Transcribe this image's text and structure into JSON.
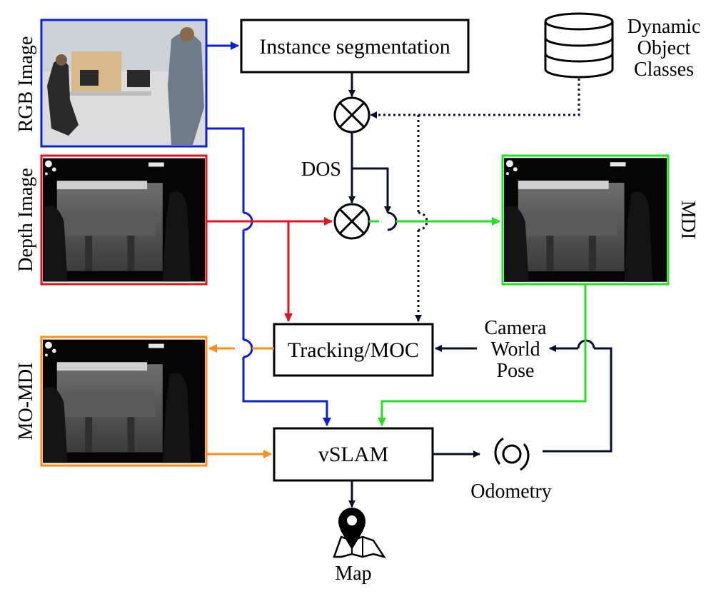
{
  "nodes": {
    "instance_segmentation": "Instance segmentation",
    "tracking": "Tracking/MOC",
    "vslam": "vSLAM"
  },
  "images": {
    "rgb": "RGB Image",
    "depth": "Depth Image",
    "mdi": "MDI",
    "mo_mdi": "MO-MDI"
  },
  "labels": {
    "dos": "DOS",
    "dynamic_classes": [
      "Dynamic",
      "Object",
      "Classes"
    ],
    "camera_pose": [
      "Camera",
      "World",
      "Pose"
    ],
    "odometry": "Odometry",
    "map": "Map"
  },
  "colors": {
    "rgb": "#0b1fd6",
    "depth": "#e0141c",
    "mdi": "#22e022",
    "mo_mdi": "#ff8c1a",
    "arrow": "#0a0f2a"
  }
}
